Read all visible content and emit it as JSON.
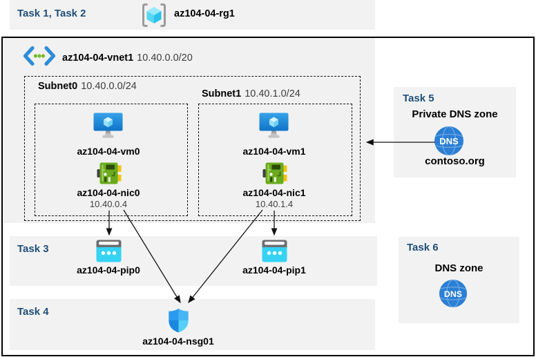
{
  "top_band": {
    "task_label": "Task 1, Task 2",
    "rg_name": "az104-04-rg1"
  },
  "vnet": {
    "name": "az104-04-vnet1",
    "cidr": "10.40.0.0/20"
  },
  "subnets": [
    {
      "name": "Subnet0",
      "cidr": "10.40.0.0/24",
      "vm": "az104-04-vm0",
      "nic": "az104-04-nic0",
      "ip": "10.40.0.4"
    },
    {
      "name": "Subnet1",
      "cidr": "10.40.1.0/24",
      "vm": "az104-04-vm1",
      "nic": "az104-04-nic1",
      "ip": "10.40.1.4"
    }
  ],
  "task3": {
    "label": "Task 3",
    "pip0": "az104-04-pip0",
    "pip1": "az104-04-pip1"
  },
  "task4": {
    "label": "Task 4",
    "nsg": "az104-04-nsg01"
  },
  "task5": {
    "label": "Task 5",
    "title": "Private DNS zone",
    "zone": "contoso.org"
  },
  "task6": {
    "label": "Task 6",
    "title": "DNS zone"
  },
  "dns_icon_text": "DNS",
  "icons": {
    "resource_group": "brackets-cube-icon",
    "virtual_network": "chevrons-dots-icon",
    "virtual_machine": "monitor-cube-icon",
    "network_interface": "green-circuit-card-icon",
    "public_ip": "cyan-browser-window-icon",
    "nsg": "blue-shield-icon",
    "dns": "blue-globe-dns-icon"
  },
  "colors": {
    "task_heading_blue": "#1f4e79",
    "band_gray": "#f2f2f2",
    "frame_black": "#000000",
    "vm_blue": "#1e87dc",
    "nic_green": "#6aaa1e",
    "nic_yellow": "#eec313",
    "pip_cyan": "#35d3f4",
    "dns_blue": "#2b7fd4",
    "rg_cyan": "#28c2eb",
    "shield_blues": [
      "#2a9bee",
      "#46b7f4",
      "#1a87e0",
      "#58cff9"
    ]
  }
}
